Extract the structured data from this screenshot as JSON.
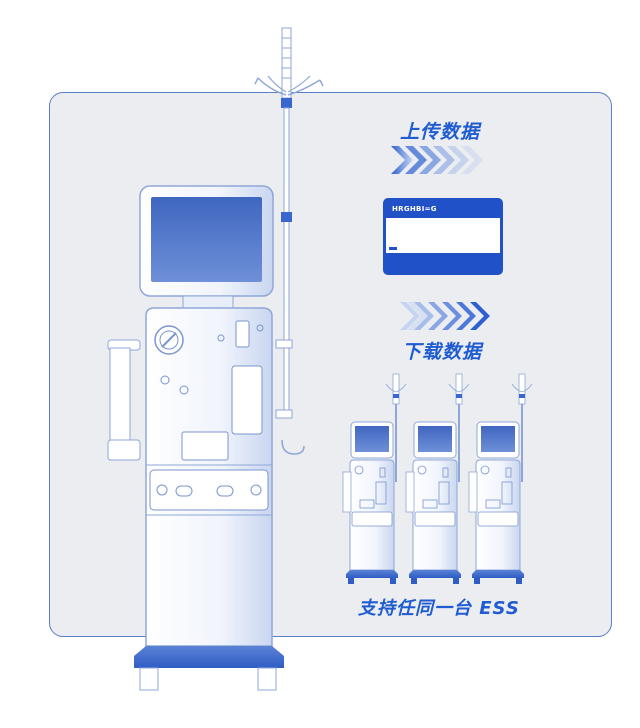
{
  "labels": {
    "upload": "上传数据",
    "download": "下载数据",
    "compatible": "支持任同一台 ESS"
  },
  "card": {
    "brand_text": "HRGHBI=G"
  },
  "colors": {
    "accent": "#1f5bd1",
    "panel_bg": "#ebedf0",
    "panel_border": "#5a7fc7",
    "machine_body": "#f4f7fd",
    "machine_outline": "#8fa7d8",
    "screen": "#4d74c9"
  },
  "icons": {
    "upload_arrows": "chevron-left-icon",
    "download_arrows": "chevron-right-icon"
  }
}
